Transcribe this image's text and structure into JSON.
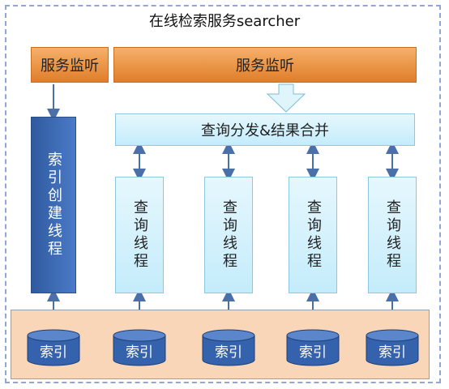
{
  "diagram": {
    "title": "在线检索服务searcher",
    "listen_left": "服务监听",
    "listen_right": "服务监听",
    "dispatch": "查询分发&结果合并",
    "indexer": "索引创建线程",
    "query_threads": [
      "查询线程",
      "查询线程",
      "查询线程",
      "查询线程"
    ],
    "indexes": [
      "索引",
      "索引",
      "索引",
      "索引",
      "索引"
    ]
  },
  "colors": {
    "frame": "#8fa6d8",
    "listen": "#e07e2a",
    "indexer": "#2f5aa0",
    "light_box": "#c4ecfb",
    "storage_band": "#f9d6b8",
    "database": "#2f5aa0"
  }
}
